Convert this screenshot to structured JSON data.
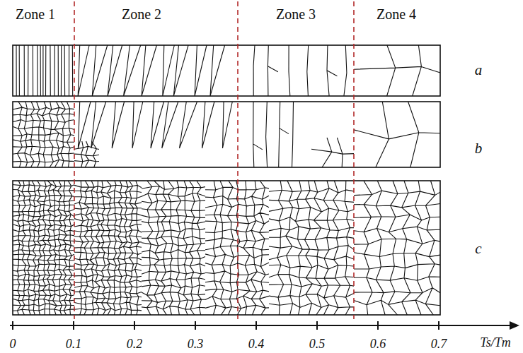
{
  "diagram": {
    "labels": [
      "Zone 1",
      "Zone 2",
      "Zone 3",
      "Zone 4",
      "a",
      "b",
      "c",
      "0",
      "0.1",
      "0.2",
      "0.3",
      "0.4",
      "0.5",
      "0.6",
      "0.7",
      "Ts/Tm"
    ]
  }
}
